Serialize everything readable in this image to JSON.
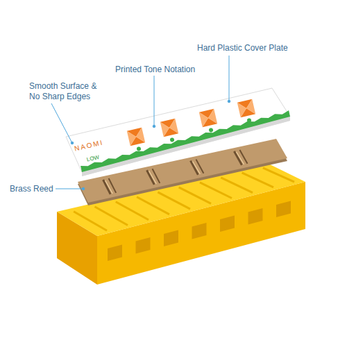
{
  "diagram": {
    "labels": [
      "Hard Plastic Cover Plate",
      "Printed Tone Notation",
      "Smooth Surface & No Sharp Edges",
      "Brass Reed",
      "NAOMI",
      "LOW"
    ]
  }
}
